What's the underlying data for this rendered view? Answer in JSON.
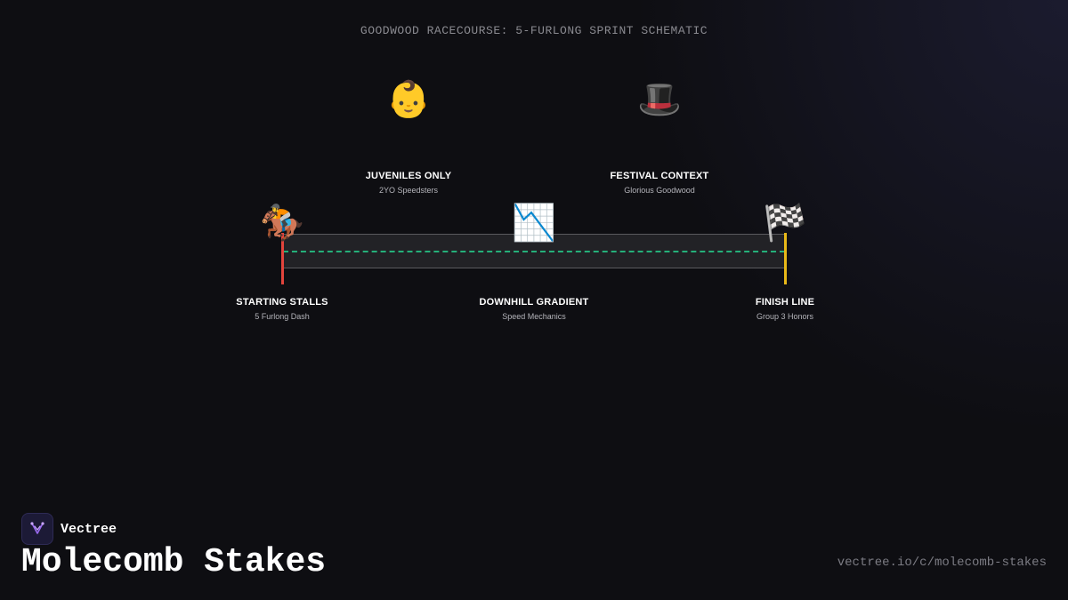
{
  "schematic_title": "GOODWOOD RACECOURSE: 5-FURLONG SPRINT SCHEMATIC",
  "accent_colors": {
    "start_post": "#e2443c",
    "finish_post": "#e8b818",
    "track_dash": "#25b07a"
  },
  "nodes": {
    "juveniles": {
      "icon": "baby-icon",
      "glyph": "👶",
      "title": "JUVENILES ONLY",
      "subtitle": "2YO Speedsters"
    },
    "festival": {
      "icon": "top-hat-icon",
      "glyph": "🎩",
      "title": "FESTIVAL CONTEXT",
      "subtitle": "Glorious Goodwood"
    },
    "start": {
      "icon": "horse-racing-icon",
      "glyph": "🏇",
      "title": "STARTING STALLS",
      "subtitle": "5 Furlong Dash"
    },
    "gradient": {
      "icon": "chart-decreasing-icon",
      "glyph": "📉",
      "title": "DOWNHILL GRADIENT",
      "subtitle": "Speed Mechanics"
    },
    "finish": {
      "icon": "chequered-flag-icon",
      "glyph": "🏁",
      "title": "FINISH LINE",
      "subtitle": "Group 3 Honors"
    }
  },
  "brand": {
    "name": "Vectree",
    "logo_icon": "vectree-logo-icon"
  },
  "page_title": "Molecomb Stakes",
  "url": "vectree.io/c/molecomb-stakes"
}
